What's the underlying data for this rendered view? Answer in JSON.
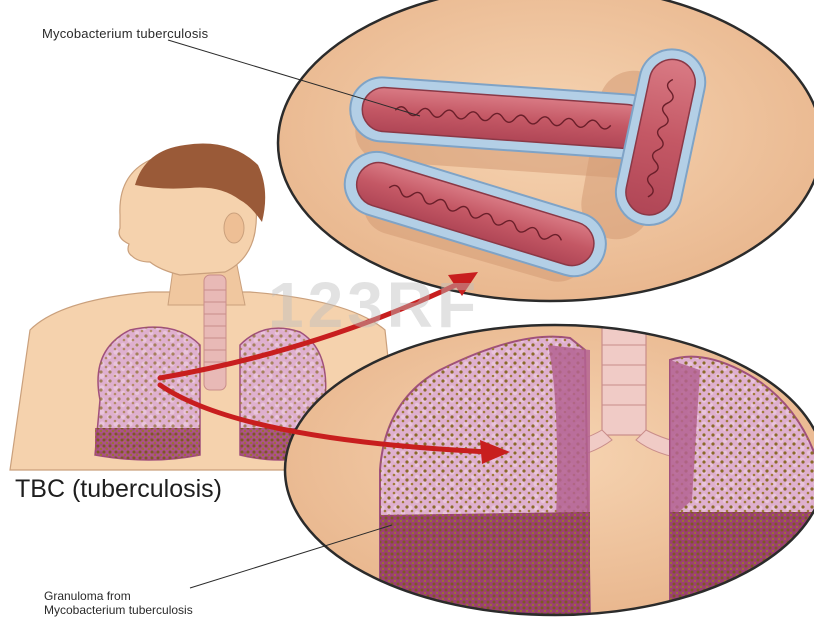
{
  "labels": {
    "bacterium": "Mycobacterium tuberculosis",
    "disease": "TBC (tuberculosis)",
    "granuloma_line1": "Granuloma from",
    "granuloma_line2": "Mycobacterium tuberculosis"
  },
  "watermark": "123RF",
  "colors": {
    "skin": "#f5d2ad",
    "hair": "#9a5a38",
    "lung": "#d9a3c6",
    "lung_dark": "#a0507c",
    "granule": "#8a6a2a",
    "bacterium_fill": "#c9636f",
    "bacterium_capsule": "#8fb4d6",
    "arrow": "#c81e1e",
    "inset_background": "#f3c9a2"
  }
}
